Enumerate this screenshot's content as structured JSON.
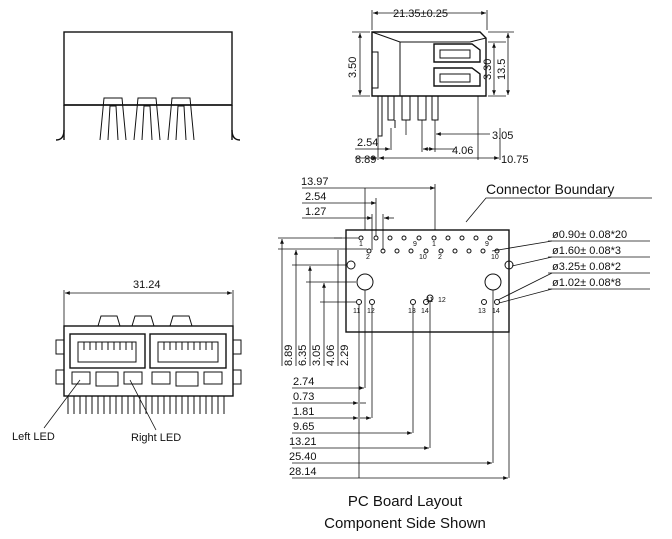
{
  "top_view": {
    "width": "21.35±0.25",
    "height_left": "3.50",
    "height_right_1": "3.30",
    "height_right_2": "13.5",
    "pin_2_54": "2.54",
    "pin_3_05": "3.05",
    "pin_4_06": "4.06",
    "pin_8_89": "8.89",
    "pin_10_75": "10.75"
  },
  "front_view": {
    "width": "31.24",
    "left_led": "Left LED",
    "right_led": "Right LED"
  },
  "pcb": {
    "connector_boundary": "Connector Boundary",
    "h_dims": [
      "13.97",
      "2.54",
      "1.27"
    ],
    "v_dims": [
      "8.89",
      "6.35",
      "3.05",
      "4.06",
      "2.29"
    ],
    "bottom_dims": [
      "2.74",
      "0.73",
      "1.81",
      "9.65",
      "13.21",
      "25.40",
      "28.14"
    ],
    "holes": [
      "ø0.90± 0.08*20",
      "ø1.60± 0.08*3",
      "ø3.25± 0.08*2",
      "ø1.02± 0.08*8"
    ],
    "pin_labels_top_left": [
      "1",
      "9",
      "2",
      "10"
    ],
    "pin_labels_top_right": [
      "1",
      "9",
      "2",
      "10"
    ],
    "pin_labels_bottom_left": [
      "11",
      "12",
      "13",
      "14"
    ],
    "pin_labels_bottom_right": [
      "11",
      "12",
      "13",
      "14"
    ]
  },
  "caption": {
    "line1": "PC Board Layout",
    "line2": "Component Side Shown"
  }
}
